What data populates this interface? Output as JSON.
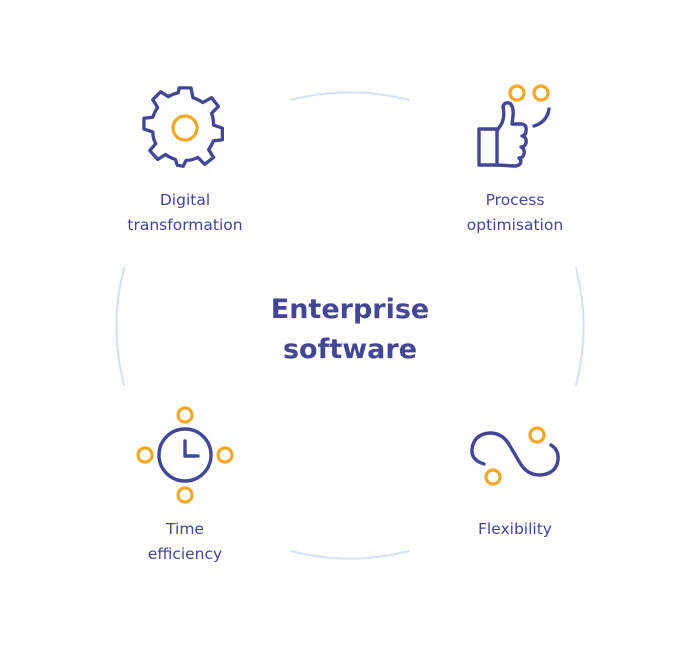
{
  "center": {
    "line1": "Enterprise",
    "line2": "software"
  },
  "nodes": {
    "digital": {
      "line1": "Digital",
      "line2": "transformation",
      "icon": "gear-icon"
    },
    "process": {
      "line1": "Process",
      "line2": "optimisation",
      "icon": "thumbs-up-icon"
    },
    "time": {
      "line1": "Time",
      "line2": "efficiency",
      "icon": "clock-icon"
    },
    "flexibility": {
      "line1": "Flexibility",
      "icon": "infinity-wave-icon"
    }
  },
  "colors": {
    "primary": "#434696",
    "accent": "#F5A623",
    "ring": "#D6E1F2"
  }
}
